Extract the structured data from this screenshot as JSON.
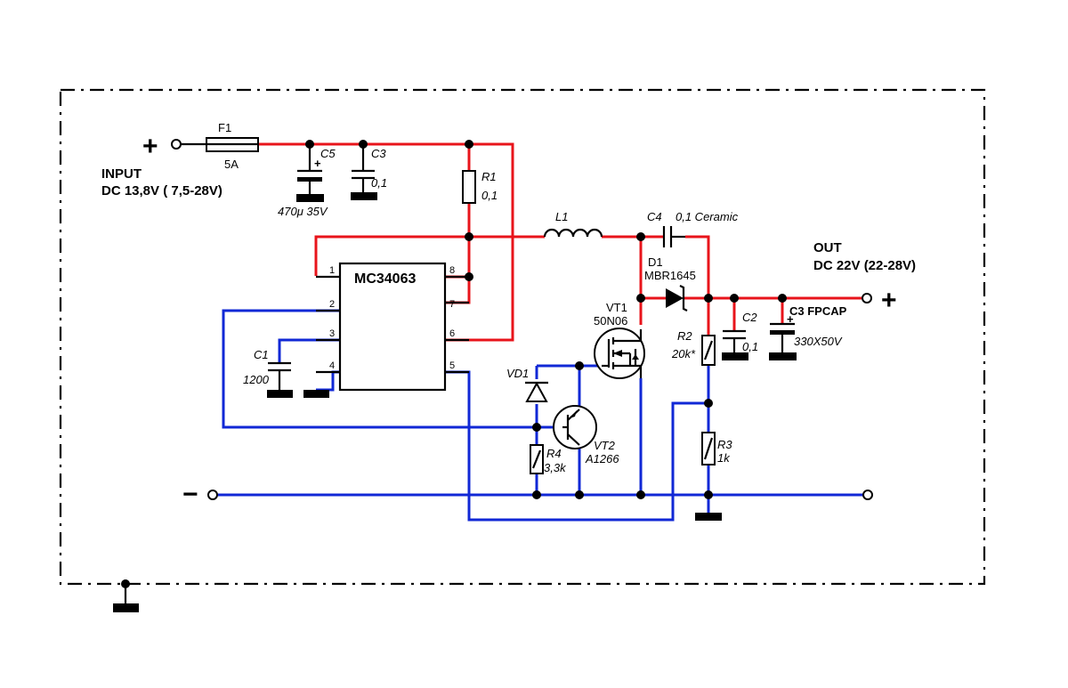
{
  "input": {
    "plus": "+",
    "title": "INPUT",
    "spec": "DC 13,8V ( 7,5-28V)"
  },
  "output": {
    "plus": "+",
    "title": "OUT",
    "spec": "DC 22V (22-28V)"
  },
  "minus": "−",
  "components": {
    "F1": {
      "ref": "F1",
      "value": "5A"
    },
    "C5": {
      "ref": "C5",
      "value": "470μ 35V",
      "polarity": "+"
    },
    "C3_in": {
      "ref": "C3",
      "value": "0,1"
    },
    "R1": {
      "ref": "R1",
      "value": "0,1"
    },
    "L1": {
      "ref": "L1"
    },
    "C4": {
      "ref": "C4",
      "value": "0,1 Ceramic"
    },
    "D1": {
      "ref": "D1",
      "value": "MBR1645"
    },
    "IC": {
      "name": "MC34063",
      "pins_left": [
        "1",
        "2",
        "3",
        "4"
      ],
      "pins_right": [
        "8",
        "7",
        "6",
        "5"
      ]
    },
    "C1": {
      "ref": "C1",
      "value": "1200"
    },
    "VT1": {
      "ref": "VT1",
      "value": "50N06"
    },
    "VD1": {
      "ref": "VD1"
    },
    "VT2": {
      "ref": "VT2",
      "value": "A1266"
    },
    "R4": {
      "ref": "R4",
      "value": "3,3k"
    },
    "R2": {
      "ref": "R2",
      "value": "20k*"
    },
    "R3": {
      "ref": "R3",
      "value": "1k"
    },
    "C2": {
      "ref": "C2",
      "value": "0,1"
    },
    "C3_out": {
      "ref": "C3 FPCAP",
      "value": "330X50V",
      "polarity": "+"
    }
  },
  "colors": {
    "positive_rail": "#e8141b",
    "ground_rail": "#1128d6",
    "component": "#000000"
  }
}
